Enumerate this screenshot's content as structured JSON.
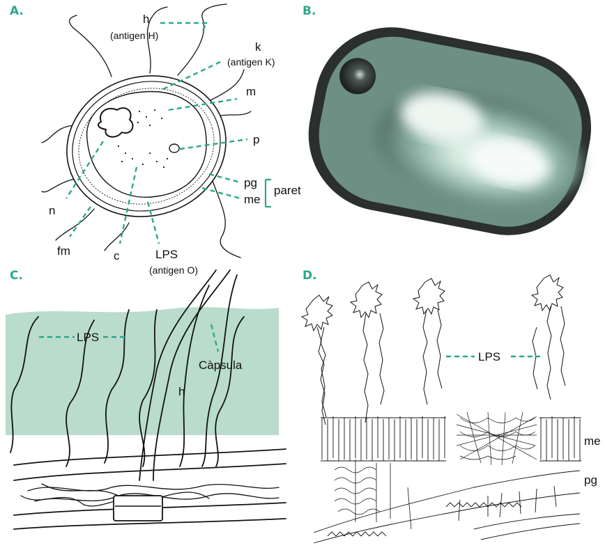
{
  "panels": {
    "a": "A.",
    "b": "B.",
    "c": "C.",
    "d": "D."
  },
  "panel_a": {
    "h": "h",
    "h_antigen": "(antigen H)",
    "k": "k",
    "k_antigen": "(antigen K)",
    "m": "m",
    "p": "p",
    "pg": "pg",
    "me": "me",
    "paret": "paret",
    "n": "n",
    "fm": "fm",
    "c": "c",
    "lps": "LPS",
    "lps_antigen": "(antigen O)"
  },
  "panel_c": {
    "lps": "LPS",
    "capsula": "Càpsula",
    "h": "h"
  },
  "panel_d": {
    "lps": "LPS",
    "me": "me",
    "pg": "pg"
  },
  "colors": {
    "accent": "#2aa88a",
    "capsule_fill": "#b9dccd",
    "micrograph_dark": "#2b2f2e",
    "micrograph_mid": "#7fa89b",
    "micrograph_light": "#eef6f2"
  }
}
